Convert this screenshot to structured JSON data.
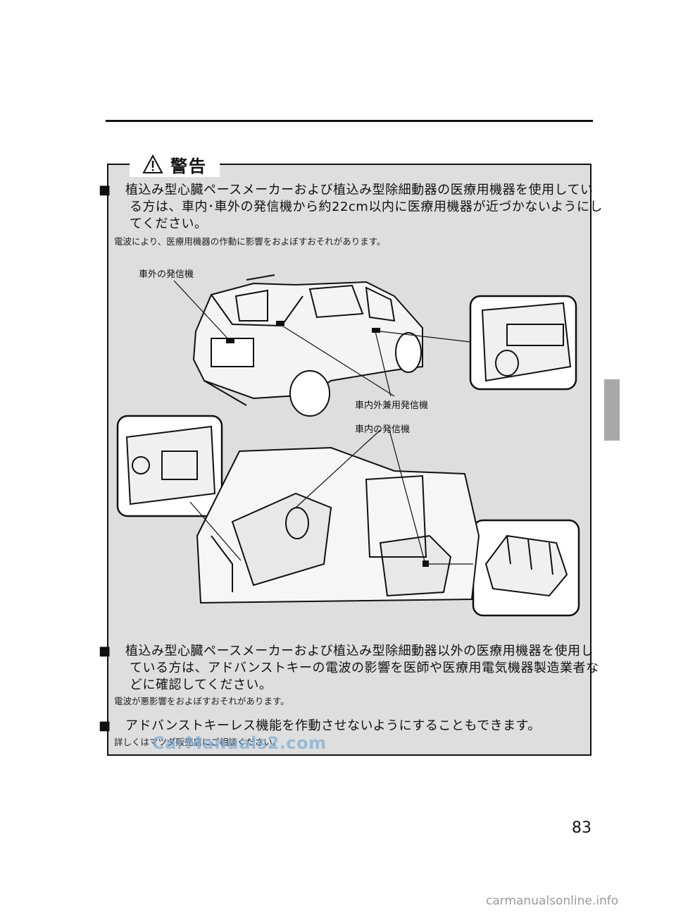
{
  "warning": {
    "title": "警告",
    "item1_text": "植込み型心臓ペースメーカーおよび植込み型除細動器の医療用機器を使用している方は、車内･車外の発信機から約22cm以内に医療用機器が近づかないようにしてください。",
    "item1_note": "電波により、医療用機器の作動に影響をおよぼすおそれがあります。",
    "item2_text": "植込み型心臓ペースメーカーおよび植込み型除細動器以外の医療用機器を使用している方は、アドバンストキーの電波の影響を医師や医療用電気機器製造業者などに確認してください。",
    "item2_note": "電波が悪影響をおよぼすおそれがあります。",
    "item3_text": "アドバンストキーレス機能を作動させないようにすることもできます。",
    "item3_note": "詳しくはマツダ販売店にご相談ください。"
  },
  "illustration": {
    "label_exterior": "車外の発信機",
    "label_combined": "車内外兼用発信機",
    "label_interior": "車内の発信機"
  },
  "page_number": "83",
  "watermark": "CarManuals2.com",
  "footer_url": "carmanualsonline.info"
}
